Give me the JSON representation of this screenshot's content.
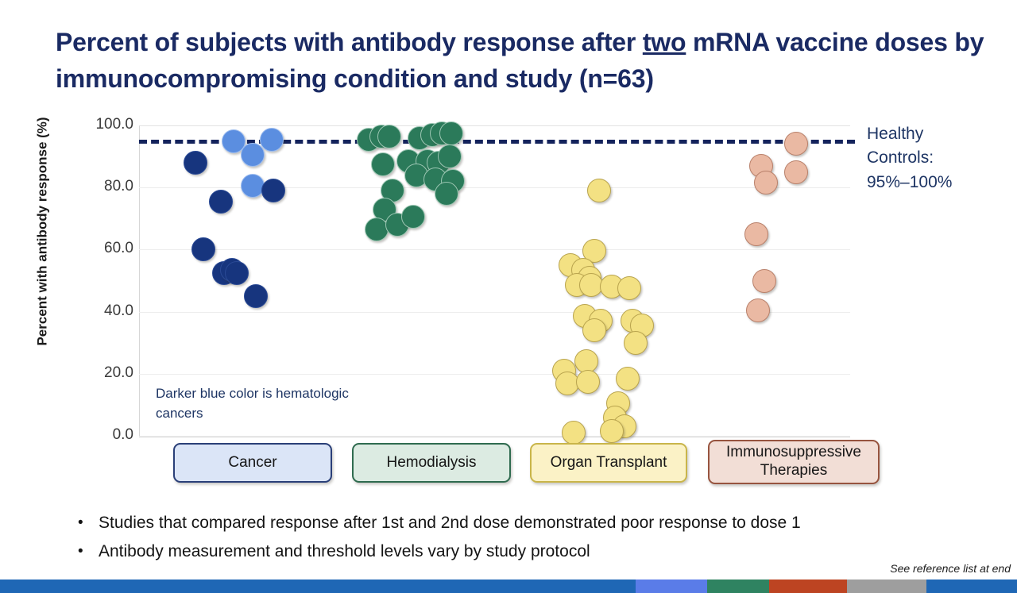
{
  "slide": {
    "title_line1_a": "Percent of subjects with antibody response after ",
    "title_underlined": "two",
    "title_line1_b": " mRNA vaccine",
    "title_line2": "doses by immunocompromising condition and study (n=63)",
    "footer_note": "See reference list at end"
  },
  "annotations": {
    "cancer_note": "Darker blue color is hematologic cancers",
    "healthy_controls_line1": "Healthy",
    "healthy_controls_line2": "Controls:",
    "healthy_controls_line3": "95%–100%"
  },
  "bullets": [
    {
      "marker": "•",
      "text": "Studies that compared response after 1st and 2nd dose demonstrated poor response to dose 1"
    },
    {
      "marker": "•",
      "text": "Antibody measurement and threshold levels vary by study protocol"
    }
  ],
  "categories": [
    {
      "label": "Cancer",
      "fill": "#dbe5f7",
      "border": "#2a3f78",
      "text": "#161616"
    },
    {
      "label": "Hemodialysis",
      "fill": "#dcebe2",
      "border": "#2f6b4f",
      "text": "#161616"
    },
    {
      "label": "Organ Transplant",
      "fill": "#fbf2c6",
      "border": "#c9b54a",
      "text": "#161616"
    },
    {
      "label": "Immunosuppressive Therapies",
      "fill": "#f2ded6",
      "border": "#97543f",
      "text": "#161616"
    }
  ],
  "colors": {
    "title": "#1a2a63",
    "threshold_line": "#14235c",
    "cancer_solid": "#17357e",
    "cancer_hematologic": "#17357e",
    "cancer_light": "#5b8ee0",
    "hemodialysis": "#2b7a5a",
    "organ_transplant": "#f3e183",
    "immunosuppressive": "#eab9a3",
    "gridline": "#ededed",
    "footer_bar": [
      "#1f67b5",
      "#5a7ce8",
      "#2f8361",
      "#bd4422",
      "#9e9e9e",
      "#1f67b5"
    ]
  },
  "chart_data": {
    "type": "scatter",
    "title": "Percent of subjects with antibody response after two mRNA vaccine doses by immunocompromising condition and study (n=63)",
    "xlabel": "",
    "ylabel": "Percent with antibody response (%)",
    "ylim": [
      0,
      100
    ],
    "ytick_labels": [
      "0.0",
      "20.0",
      "40.0",
      "60.0",
      "80.0",
      "100.0"
    ],
    "ytick_values": [
      0,
      20,
      40,
      60,
      80,
      100
    ],
    "grid": true,
    "legend_position": "below-axis-boxes",
    "threshold": {
      "label": "Healthy Controls: 95%–100%",
      "value": 95.5,
      "style": "dashed",
      "color": "#14235c"
    },
    "groups": [
      {
        "name": "Cancer",
        "color": "#17357e",
        "secondary_color": "#5b8ee0",
        "note": "Darker blue color is hematologic cancers",
        "points": [
          {
            "x": 0.14,
            "y": 88.0,
            "shade": "dark"
          },
          {
            "x": 0.38,
            "y": 95.0,
            "shade": "light"
          },
          {
            "x": 0.5,
            "y": 90.5,
            "shade": "light"
          },
          {
            "x": 0.62,
            "y": 95.5,
            "shade": "light"
          },
          {
            "x": 0.3,
            "y": 75.5,
            "shade": "dark"
          },
          {
            "x": 0.5,
            "y": 80.5,
            "shade": "light"
          },
          {
            "x": 0.63,
            "y": 79.0,
            "shade": "dark"
          },
          {
            "x": 0.19,
            "y": 60.0,
            "shade": "dark"
          },
          {
            "x": 0.32,
            "y": 52.5,
            "shade": "dark"
          },
          {
            "x": 0.37,
            "y": 53.5,
            "shade": "dark"
          },
          {
            "x": 0.4,
            "y": 52.5,
            "shade": "dark"
          },
          {
            "x": 0.52,
            "y": 45.0,
            "shade": "dark"
          }
        ]
      },
      {
        "name": "Hemodialysis",
        "color": "#2b7a5a",
        "points": [
          {
            "x": 0.08,
            "y": 95.5
          },
          {
            "x": 0.16,
            "y": 96.5
          },
          {
            "x": 0.21,
            "y": 96.5
          },
          {
            "x": 0.17,
            "y": 87.5
          },
          {
            "x": 0.23,
            "y": 79.0
          },
          {
            "x": 0.18,
            "y": 73.0
          },
          {
            "x": 0.13,
            "y": 66.5
          },
          {
            "x": 0.26,
            "y": 68.0
          },
          {
            "x": 0.4,
            "y": 96.0
          },
          {
            "x": 0.48,
            "y": 97.0
          },
          {
            "x": 0.54,
            "y": 97.5
          },
          {
            "x": 0.6,
            "y": 97.5
          },
          {
            "x": 0.33,
            "y": 88.5
          },
          {
            "x": 0.45,
            "y": 88.5
          },
          {
            "x": 0.52,
            "y": 88.0
          },
          {
            "x": 0.59,
            "y": 90.0
          },
          {
            "x": 0.38,
            "y": 84.0
          },
          {
            "x": 0.5,
            "y": 82.5
          },
          {
            "x": 0.61,
            "y": 82.0
          },
          {
            "x": 0.57,
            "y": 78.0
          },
          {
            "x": 0.36,
            "y": 70.5
          }
        ]
      },
      {
        "name": "Organ Transplant",
        "color": "#f3e183",
        "points": [
          {
            "x": 0.41,
            "y": 79.0
          },
          {
            "x": 0.38,
            "y": 59.5
          },
          {
            "x": 0.23,
            "y": 55.0
          },
          {
            "x": 0.31,
            "y": 53.5
          },
          {
            "x": 0.35,
            "y": 51.0
          },
          {
            "x": 0.27,
            "y": 48.5
          },
          {
            "x": 0.36,
            "y": 48.5
          },
          {
            "x": 0.49,
            "y": 48.0
          },
          {
            "x": 0.6,
            "y": 47.5
          },
          {
            "x": 0.32,
            "y": 38.5
          },
          {
            "x": 0.42,
            "y": 37.0
          },
          {
            "x": 0.38,
            "y": 34.0
          },
          {
            "x": 0.62,
            "y": 37.0
          },
          {
            "x": 0.68,
            "y": 35.5
          },
          {
            "x": 0.64,
            "y": 30.0
          },
          {
            "x": 0.33,
            "y": 24.0
          },
          {
            "x": 0.19,
            "y": 21.0
          },
          {
            "x": 0.21,
            "y": 17.0
          },
          {
            "x": 0.34,
            "y": 17.5
          },
          {
            "x": 0.59,
            "y": 18.5
          },
          {
            "x": 0.53,
            "y": 10.5
          },
          {
            "x": 0.51,
            "y": 6.0
          },
          {
            "x": 0.57,
            "y": 3.0
          },
          {
            "x": 0.49,
            "y": 1.5
          },
          {
            "x": 0.25,
            "y": 1.0
          }
        ]
      },
      {
        "name": "Immunosuppressive Therapies",
        "color": "#eab9a3",
        "points": [
          {
            "x": 0.52,
            "y": 94.0
          },
          {
            "x": 0.3,
            "y": 87.0
          },
          {
            "x": 0.52,
            "y": 85.0
          },
          {
            "x": 0.33,
            "y": 81.5
          },
          {
            "x": 0.27,
            "y": 65.0
          },
          {
            "x": 0.32,
            "y": 50.0
          },
          {
            "x": 0.28,
            "y": 40.5
          }
        ]
      }
    ]
  }
}
